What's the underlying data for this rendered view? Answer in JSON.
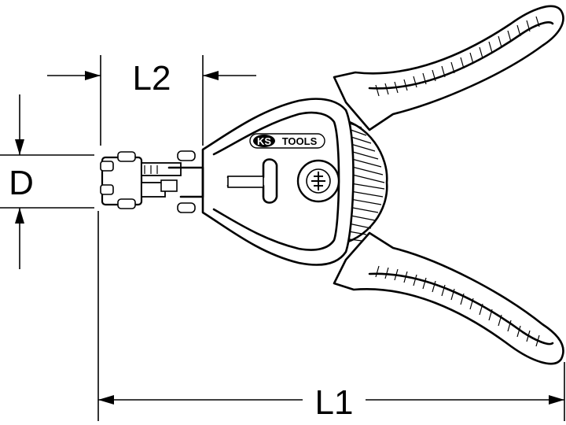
{
  "dimensions": {
    "l1_label": "L1",
    "l2_label": "L2",
    "d_label": "D"
  },
  "logo": {
    "ks_text": "KS",
    "tools_text": "TOOLS"
  },
  "colors": {
    "line": "#000000",
    "accent_outline": "#d58a2a",
    "background": "#ffffff"
  }
}
